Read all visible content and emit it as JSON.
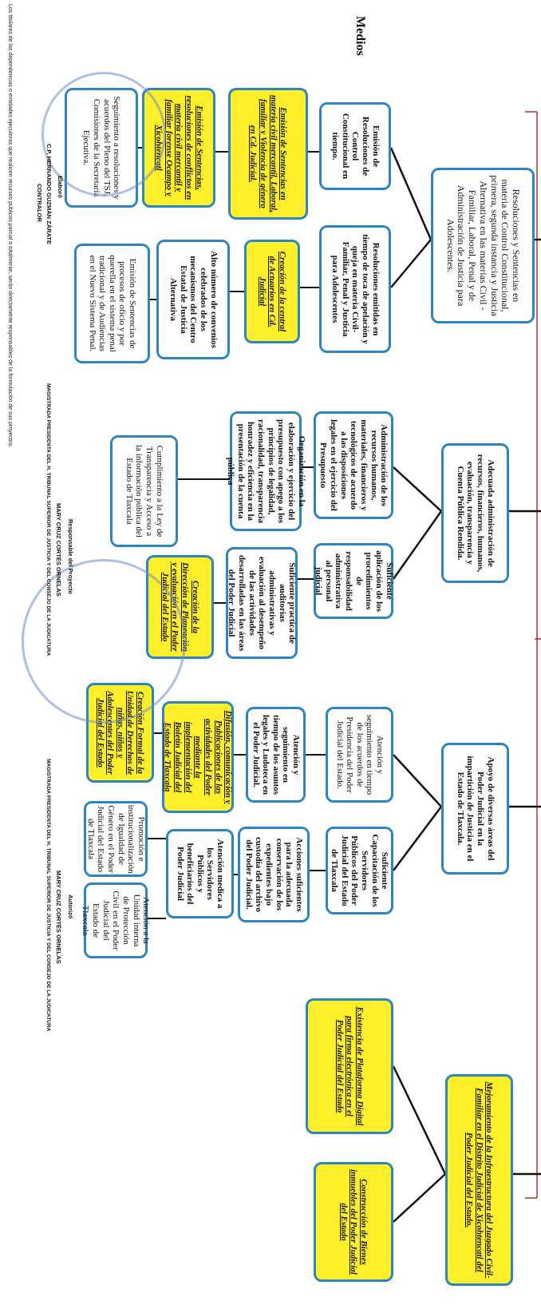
{
  "title": "Medios",
  "colors": {
    "border": "#2e86c1",
    "highlight": "#ffef2a",
    "line": "#111111",
    "bracket": "#b03030"
  },
  "groups": [
    {
      "head": "Resoluciones y Sentencias en materia de Control Constitucional, primera, segunda instancia y Justicia Alternativa en las materias Civil - Familiar, Laboral, Penal y de Administración de Justicia para Adolescentes.",
      "items": [
        "Emisión de Resoluciones de Control Constitucional en tiempo.",
        "Resoluciones emitidas en tiempo de toca de apelación y queja en materia Civil-Familiar, Penal y Justicia para Adolescentes",
        "Emisión de Sentencias en materia civil mercantil, Laboral, familiar y Violencia de género en Cd. Judicial.",
        "Creación de la central de Actuarios en Cd. Judicial",
        "Emisión de Sentencias, resoluciones de conflictos en materia civil mercantil y familiar forense Ocampo y Xicohtencatl",
        "Alto número de convenios celebrados de los mecanismos del Centro Estatal de Justicia Alternativa",
        "Seguimiento a resoluciones y acuerdos del Pleno del TSJ, Comisiones de la Secretaría Ejecutiva.",
        "Emisión de Sentencias de procesos de oficio y por querella en el sistema penal tradicional y de Audiencias en el Nuevo Sistema Penal."
      ]
    },
    {
      "head": "Adecuada administración de recursos, financieros, humanos, evaluación, transparencia y Cuenta Pública Rendida.",
      "items": [
        "Administración de los recursos humanos, materiales, financieros y tecnológicos de acuerdo a las disposiciones legales en el ejercicio del Presupuesto",
        "Suficiente aplicación de los procedimientos de responsabilidad administrativa al personal judicial",
        "Organización en la elaboración y ejercicio del presupuesto con apego a los principios de legalidad, racionalidad, transparencia honradez y eficiencia en la presentación de la cuenta pública",
        "Suficiente practica de auditorias administrativas y evaluación al desempeño de las actividades desarrolladas en las áreas del Poder Judicial",
        "Cumplimiento a la Ley de Transparencia y Acceso a la información pública del Estado de Tlaxcala",
        "Creación de la Dirección de Planeación y evaluación en el Poder Judicial del Estado"
      ]
    },
    {
      "head": "Apoyo de diversas áreas del Poder Judicial en la impartición de Justicia en el Estado de Tlaxcala.",
      "items": [
        "Atención y seguimiento en tiempo de los acuerdos de Presidencia del Poder Judicial del Estado.",
        "Suficiente Capacitación de los Servidores Públicos del Poder Judicial del Estado de Tlaxcala",
        "Atención y seguimiento en tiempo de los asuntos legales y Ludoteca en el Poder Judicial.",
        "Acciones suficientes para la adecuada conservación de los expedientes bajo custodia del archivo del Poder Judicial.",
        "Difusión, comunicación y Publicaciones de las actividades del Poder mediante la implementación del Boletín Judicial del Estado de Tlaxcala",
        "Atención medica a los Servidores Públicos y beneficiarios del Poder Judicial",
        "Creación Formal de la Unidad de Derechos de niñas, niños y Adolescentes del Poder Judicial del Estado",
        "Promoción e institucionalización de Igualdad de Género en el Poder Judicial del Estado de Tlaxcala",
        "Atención a la Unidad interna de Protección Civil en el Poder Judicial del Estado de Tlaxcala"
      ]
    },
    {
      "head": "Mejoramiento de la Infraestructura del Juzgado Civil-Familiar en el Distrito Judicial de Xicohtencatl del Poder Judicial del Estado.",
      "items": [
        "Existencia de Plataforma Digital para firma electrónica en el Poder Judicial del Estado",
        "Construcción de Bienes inmuebles del Poder Judicial del Estado"
      ]
    }
  ],
  "signatures": {
    "elaboro_label": "Elaboró",
    "elaboro_name": "C.P. HERNANDO GUZMÁN ZÁRATE",
    "elaboro_title": "CONTRALOR",
    "responsable_label": "Responsable del Proyecto",
    "responsable_name": "MARY CRUZ CORTÉS ORNELAS",
    "responsable_title": "MAGISTRADA PRESIDENTA DEL H. TRIBUNAL SUPERIOR DE JUSTICIA Y DEL CONSEJO DE LA JUDICATURA",
    "autorizo_label": "Autorizó",
    "autorizo_name": "MARY CRUZ CORTÉS ORNELAS",
    "autorizo_title": "MAGISTRADA PRESIDENTA DEL H. TRIBUNAL SUPERIOR DE JUSTICIA Y DEL CONSEJO DE LA JUDICATURA"
  },
  "footer": "Los titulares de las dependencias o entidades ejecutoras que realicen recursos públicos parcial o totalmente, serán directamente responsables de la formulación de sus proyectos."
}
